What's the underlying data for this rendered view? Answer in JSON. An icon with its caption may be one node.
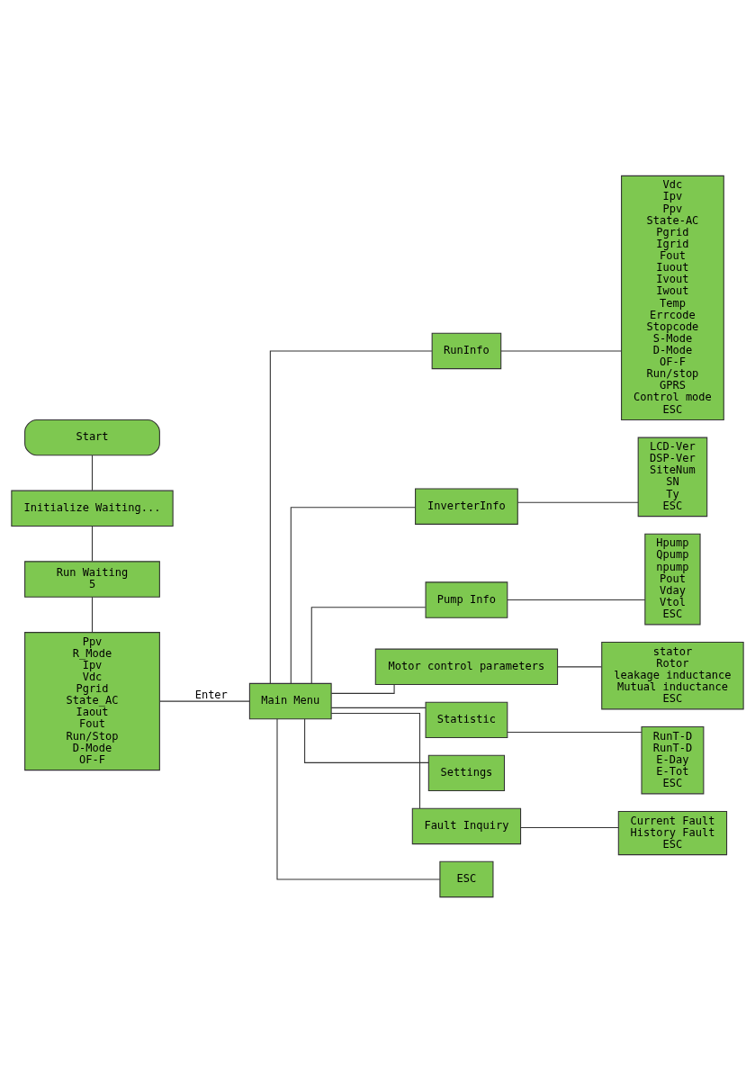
{
  "diagram": {
    "nodes": [
      {
        "text": [
          "Start"
        ]
      },
      {
        "text": [
          "Initialize Waiting..."
        ]
      },
      {
        "text": [
          "Run Waiting",
          "5"
        ]
      },
      {
        "text": [
          "Ppv",
          "R_Mode",
          "Ipv",
          "Vdc",
          "Pgrid",
          "State_AC",
          "Iaout",
          "Fout",
          "Run/Stop",
          "D-Mode",
          "OF-F"
        ]
      },
      {
        "text": [
          "Main Menu"
        ]
      },
      {
        "text": [
          "RunInfo"
        ]
      },
      {
        "text": [
          "Vdc",
          "Ipv",
          "Ppv",
          "State-AC",
          "Pgrid",
          "Igrid",
          "Fout",
          "Iuout",
          "Ivout",
          "Iwout",
          "Temp",
          "Errcode",
          "Stopcode",
          "S-Mode",
          "D-Mode",
          "OF-F",
          "Run/stop",
          "GPRS",
          "Control mode",
          "ESC"
        ]
      },
      {
        "text": [
          "InverterInfo"
        ]
      },
      {
        "text": [
          "LCD-Ver",
          "DSP-Ver",
          "SiteNum",
          "SN",
          "Ty",
          "ESC"
        ]
      },
      {
        "text": [
          "Pump Info"
        ]
      },
      {
        "text": [
          "Hpump",
          "Qpump",
          "npump",
          "Pout",
          "Vday",
          "Vtol",
          "ESC"
        ]
      },
      {
        "text": [
          "Motor control parameters"
        ]
      },
      {
        "text": [
          "stator",
          "Rotor",
          "leakage inductance",
          "Mutual inductance",
          "ESC"
        ]
      },
      {
        "text": [
          "Statistic"
        ]
      },
      {
        "text": [
          "RunT-D",
          "RunT-D",
          "E-Day",
          "E-Tot",
          "ESC"
        ]
      },
      {
        "text": [
          "Settings"
        ]
      },
      {
        "text": [
          "Fault Inquiry"
        ]
      },
      {
        "text": [
          "Current Fault",
          "History Fault",
          "ESC"
        ]
      },
      {
        "text": [
          "ESC"
        ]
      }
    ],
    "edges": [
      {
        "from": 0,
        "to": 1,
        "arrow": "none"
      },
      {
        "from": 1,
        "to": 2,
        "arrow": "none"
      },
      {
        "from": 2,
        "to": 3,
        "arrow": "none"
      },
      {
        "from": 3,
        "to": 4,
        "arrow": "none",
        "label": "Enter"
      },
      {
        "from": 4,
        "to": 5,
        "arrow": "none"
      },
      {
        "from": 4,
        "to": 7,
        "arrow": "none"
      },
      {
        "from": 4,
        "to": 9,
        "arrow": "none"
      },
      {
        "from": 4,
        "to": 11,
        "arrow": "none"
      },
      {
        "from": 4,
        "to": 13,
        "arrow": "none"
      },
      {
        "from": 4,
        "to": 15,
        "arrow": "none"
      },
      {
        "from": 4,
        "to": 16,
        "arrow": "none"
      },
      {
        "from": 4,
        "to": 18,
        "arrow": "none"
      },
      {
        "from": 5,
        "to": 6,
        "arrow": "none"
      },
      {
        "from": 7,
        "to": 8,
        "arrow": "none"
      },
      {
        "from": 9,
        "to": 10,
        "arrow": "none"
      },
      {
        "from": 11,
        "to": 12,
        "arrow": "none"
      },
      {
        "from": 13,
        "to": 14,
        "arrow": "none"
      },
      {
        "from": 16,
        "to": 17,
        "arrow": "none"
      }
    ]
  }
}
